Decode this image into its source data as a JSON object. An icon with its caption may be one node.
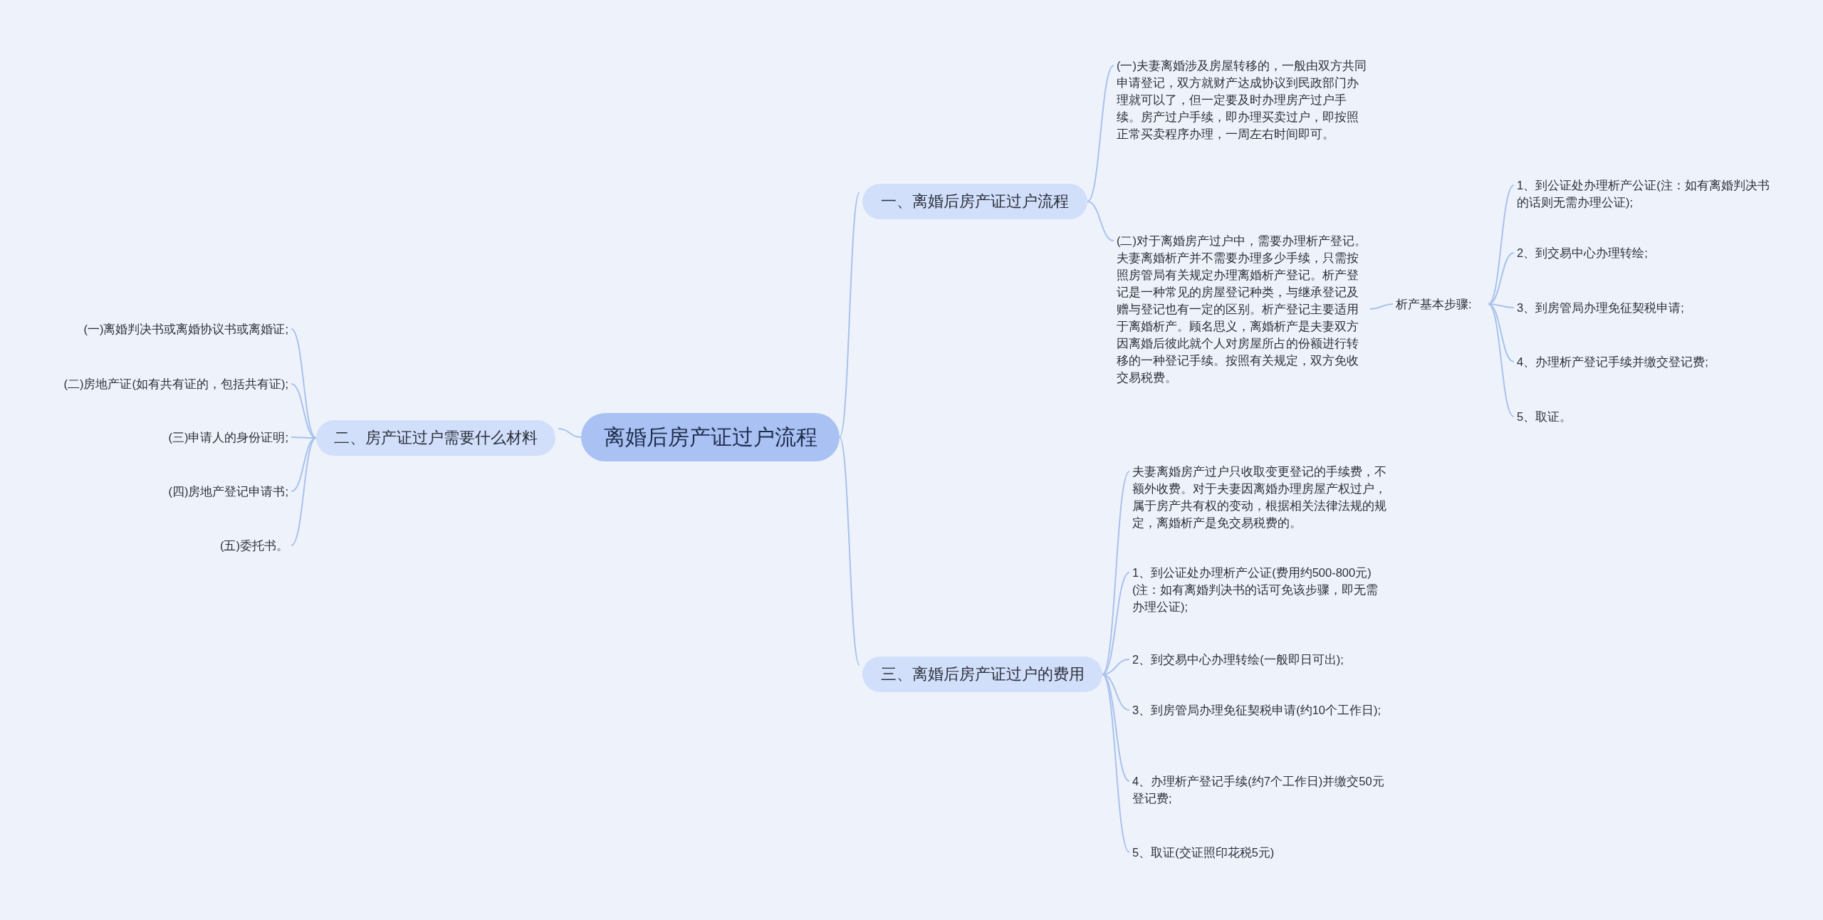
{
  "diagram": {
    "nodes": [
      {
        "text": [
          "离婚后房产证过户流程"
        ]
      },
      {
        "text": [
          "一、离婚后房产证过户流程"
        ]
      },
      {
        "text": [
          "(一)夫妻离婚涉及房屋转移的，一般由双方共同申请登记，双方就财产达成协议到民政部门办理就可以了，但一定要及时办理房产过户手续。房产过户手续，即办理买卖过户，即按照正常买卖程序办理，一周左右时间即可。"
        ]
      },
      {
        "text": [
          "(二)对于离婚房产过户中，需要办理析产登记。夫妻离婚析产并不需要办理多少手续，只需按照房管局有关规定办理离婚析产登记。析产登记是一种常见的房屋登记种类，与继承登记及赠与登记也有一定的区别。析产登记主要适用于离婚析产。顾名思义，离婚析产是夫妻双方因离婚后彼此就个人对房屋所占的份额进行转移的一种登记手续。按照有关规定，双方免收交易税费。"
        ]
      },
      {
        "text": [
          "析产基本步骤:"
        ]
      },
      {
        "text": [
          "1、到公证处办理析产公证(注：如有离婚判决书的话则无需办理公证);"
        ]
      },
      {
        "text": [
          "2、到交易中心办理转绘;"
        ]
      },
      {
        "text": [
          "3、到房管局办理免征契税申请;"
        ]
      },
      {
        "text": [
          "4、办理析产登记手续并缴交登记费;"
        ]
      },
      {
        "text": [
          "5、取证。"
        ]
      },
      {
        "text": [
          "二、房产证过户需要什么材料"
        ]
      },
      {
        "text": [
          "(一)离婚判决书或离婚协议书或离婚证;"
        ]
      },
      {
        "text": [
          "(二)房地产证(如有共有证的，包括共有证);"
        ]
      },
      {
        "text": [
          "(三)申请人的身份证明;"
        ]
      },
      {
        "text": [
          "(四)房地产登记申请书;"
        ]
      },
      {
        "text": [
          "(五)委托书。"
        ]
      },
      {
        "text": [
          "三、离婚后房产证过户的费用"
        ]
      },
      {
        "text": [
          "夫妻离婚房产过户只收取变更登记的手续费，不额外收费。对于夫妻因离婚办理房屋产权过户，属于房产共有权的变动，根据相关法律法规的规定，离婚析产是免交易税费的。"
        ]
      },
      {
        "text": [
          "1、到公证处办理析产公证(费用约500-800元)(注：如有离婚判决书的话可免该步骤，即无需办理公证);"
        ]
      },
      {
        "text": [
          "2、到交易中心办理转绘(一般即日可出);"
        ]
      },
      {
        "text": [
          "3、到房管局办理免征契税申请(约10个工作日);"
        ]
      },
      {
        "text": [
          "4、办理析产登记手续(约7个工作日)并缴交50元登记费;"
        ]
      },
      {
        "text": [
          "5、取证(交证照印花税5元)"
        ]
      }
    ],
    "edges": [
      {
        "from": 0,
        "to": 1,
        "arrow": "none"
      },
      {
        "from": 1,
        "to": 2,
        "arrow": "none"
      },
      {
        "from": 1,
        "to": 3,
        "arrow": "none"
      },
      {
        "from": 3,
        "to": 4,
        "arrow": "none"
      },
      {
        "from": 4,
        "to": 5,
        "arrow": "none"
      },
      {
        "from": 4,
        "to": 6,
        "arrow": "none"
      },
      {
        "from": 4,
        "to": 7,
        "arrow": "none"
      },
      {
        "from": 4,
        "to": 8,
        "arrow": "none"
      },
      {
        "from": 4,
        "to": 9,
        "arrow": "none"
      },
      {
        "from": 0,
        "to": 10,
        "arrow": "none"
      },
      {
        "from": 10,
        "to": 11,
        "arrow": "none"
      },
      {
        "from": 10,
        "to": 12,
        "arrow": "none"
      },
      {
        "from": 10,
        "to": 13,
        "arrow": "none"
      },
      {
        "from": 10,
        "to": 14,
        "arrow": "none"
      },
      {
        "from": 10,
        "to": 15,
        "arrow": "none"
      },
      {
        "from": 0,
        "to": 16,
        "arrow": "none"
      },
      {
        "from": 16,
        "to": 17,
        "arrow": "none"
      },
      {
        "from": 16,
        "to": 18,
        "arrow": "none"
      },
      {
        "from": 16,
        "to": 19,
        "arrow": "none"
      },
      {
        "from": 16,
        "to": 20,
        "arrow": "none"
      },
      {
        "from": 16,
        "to": 21,
        "arrow": "none"
      },
      {
        "from": 16,
        "to": 22,
        "arrow": "none"
      }
    ]
  }
}
